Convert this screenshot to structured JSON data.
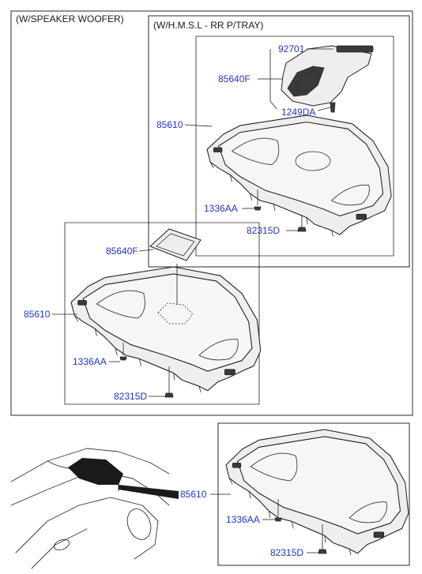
{
  "captions": {
    "outer": "(W/SPEAKER WOOFER)",
    "inner": "(W/H.M.S.L - RR P/TRAY)"
  },
  "parts": {
    "p92701": "92701",
    "p85640F": "85640F",
    "p1249DA": "1249DA",
    "p85610": "85610",
    "p1336AA": "1336AA",
    "p82315D": "82315D"
  },
  "colors": {
    "part_label": "#2233cc",
    "line": "#222222",
    "highlight": "#1a1a1a"
  }
}
